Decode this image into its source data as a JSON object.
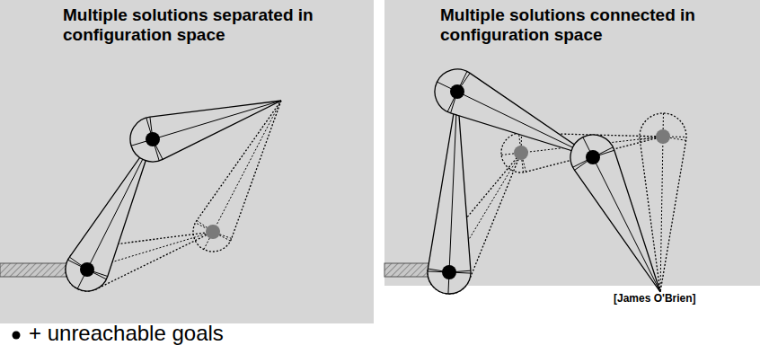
{
  "diagram": {
    "labels": [
      "Multiple solutions separated in configuration space",
      "Multiple solutions connected in configuration space",
      "+ unreachable goals",
      "[James O'Brien]"
    ]
  }
}
